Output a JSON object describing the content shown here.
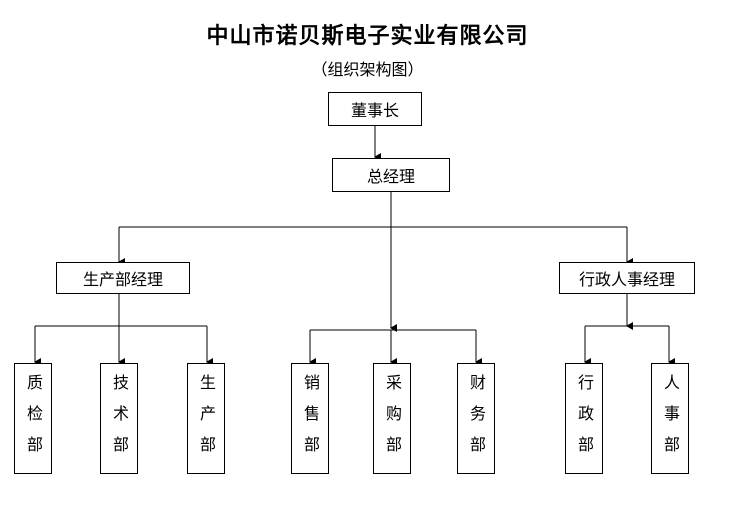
{
  "title": "中山市诺贝斯电子实业有限公司",
  "subtitle": "（组织架构图）",
  "nodes": {
    "chairman": "董事长",
    "general_manager": "总经理",
    "production_manager": "生产部经理",
    "admin_hr_manager": "行政人事经理",
    "qc_dept": "质检部",
    "tech_dept": "技术部",
    "production_dept": "生产部",
    "sales_dept": "销售部",
    "purchasing_dept": "采购部",
    "finance_dept": "财务部",
    "admin_dept": "行政部",
    "hr_dept": "人事部"
  }
}
